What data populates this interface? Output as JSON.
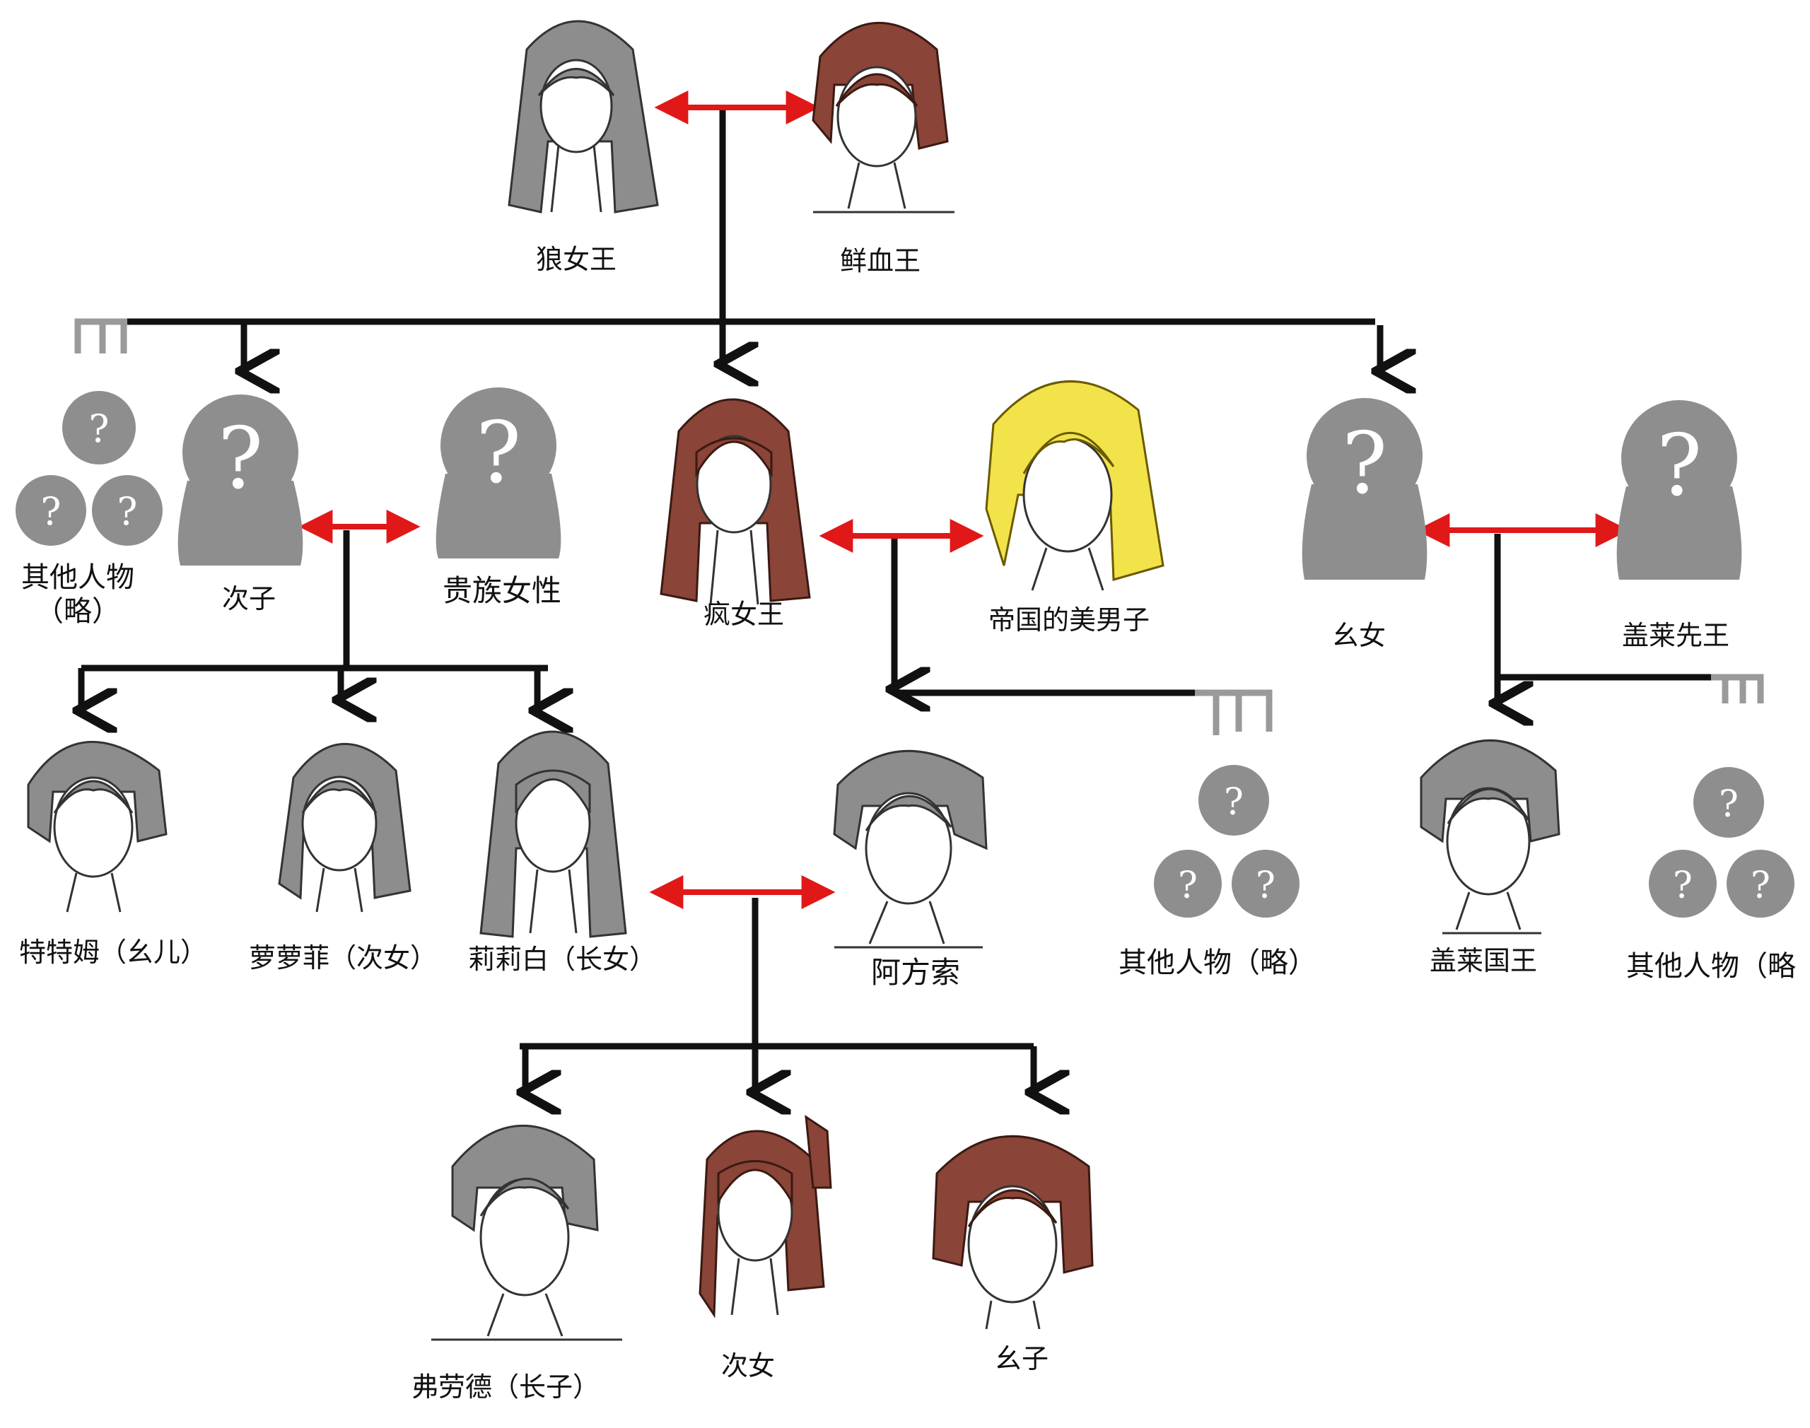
{
  "labels": {
    "wolf_queen": "狼女王",
    "blood_king": "鲜血王",
    "others_left_line1": "其他人物",
    "others_left_line2": "（略）",
    "second_son": "次子",
    "noble_woman": "贵族女性",
    "mad_queen": "疯女王",
    "empire_beauty": "帝国的美男子",
    "youngest_daughter": "幺女",
    "gailai_former_king": "盖莱先王",
    "tetemu": "特特姆（幺儿）",
    "luoluofei": "萝萝菲（次女）",
    "lilibai": "莉莉白（长女）",
    "afangsuo": "阿方索",
    "others_mid": "其他人物（略）",
    "gailai_king": "盖莱国王",
    "others_right": "其他人物（略",
    "fulaode": "弗劳德（长子）",
    "cinv": "次女",
    "yaozi": "幺子"
  },
  "unknown_mark": "?",
  "colors": {
    "line": "#111111",
    "marriage": "#e01818",
    "silhouette": "#8e8e8e",
    "faded": "#9a9a9a"
  }
}
